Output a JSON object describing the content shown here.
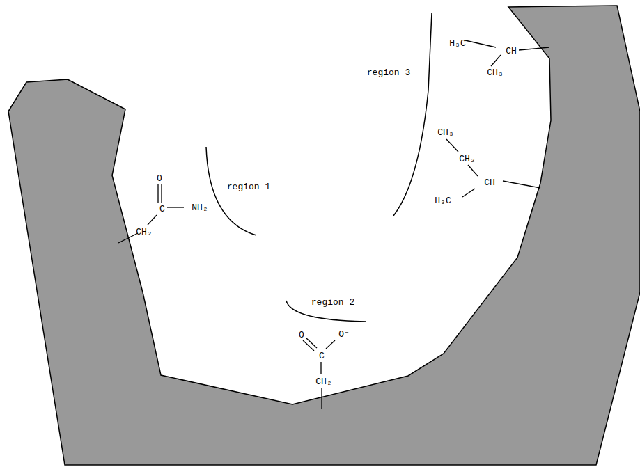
{
  "diagram": {
    "labels": [
      "H₃C",
      "CH",
      "CH₃",
      "region 3",
      "CH₃",
      "CH₂",
      "CH",
      "H₃C",
      "O",
      "region 1",
      "C",
      "NH₂",
      "CH₂",
      "region 2",
      "O",
      "O⁻",
      "C",
      "CH₂"
    ]
  }
}
